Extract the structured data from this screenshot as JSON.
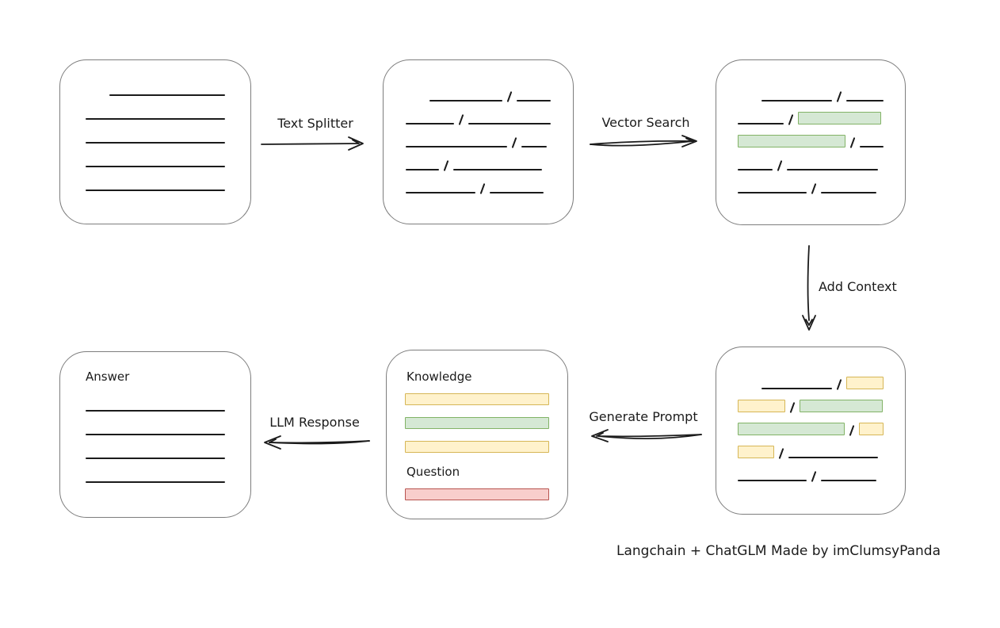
{
  "caption": "Langchain + ChatGLM Made by imClumsyPanda",
  "labels": {
    "text_splitter": "Text Splitter",
    "vector_search": "Vector Search",
    "add_context": "Add Context",
    "generate_prompt": "Generate Prompt",
    "llm_response": "LLM Response",
    "knowledge": "Knowledge",
    "question": "Question",
    "answer": "Answer"
  },
  "colors": {
    "green_fill": "#d5e8d4",
    "green_border": "#82b366",
    "yellow_fill": "#fff2cc",
    "yellow_border": "#d6b656",
    "red_fill": "#f8cecc",
    "red_border": "#b85450",
    "box_border": "#7d7d7d",
    "line": "#1b1b1b"
  },
  "document_box": {
    "rows": [
      {
        "indent": 30,
        "segments": [
          {
            "t": "line",
            "w": 148
          }
        ]
      },
      {
        "segments": [
          {
            "t": "line",
            "w": 178
          }
        ]
      },
      {
        "segments": [
          {
            "t": "line",
            "w": 178
          }
        ]
      },
      {
        "segments": [
          {
            "t": "line",
            "w": 178
          }
        ]
      },
      {
        "segments": [
          {
            "t": "line",
            "w": 178
          }
        ]
      }
    ]
  },
  "chunks_box": {
    "rows": [
      {
        "indent": 30,
        "segments": [
          {
            "t": "line",
            "w": 95
          },
          {
            "t": "line",
            "w": 45
          }
        ]
      },
      {
        "segments": [
          {
            "t": "line",
            "w": 62
          },
          {
            "t": "line",
            "w": 105
          }
        ]
      },
      {
        "segments": [
          {
            "t": "line",
            "w": 128
          },
          {
            "t": "line",
            "w": 32
          }
        ]
      },
      {
        "segments": [
          {
            "t": "line",
            "w": 42
          },
          {
            "t": "line",
            "w": 112
          }
        ]
      },
      {
        "segments": [
          {
            "t": "line",
            "w": 88
          },
          {
            "t": "line",
            "w": 68
          }
        ]
      }
    ]
  },
  "retrieval_box": {
    "rows": [
      {
        "indent": 30,
        "segments": [
          {
            "t": "line",
            "w": 90
          },
          {
            "t": "line",
            "w": 48
          }
        ]
      },
      {
        "segments": [
          {
            "t": "line",
            "w": 58
          },
          {
            "t": "green",
            "w": 105
          }
        ]
      },
      {
        "segments": [
          {
            "t": "green",
            "w": 138
          },
          {
            "t": "line",
            "w": 30
          }
        ]
      },
      {
        "segments": [
          {
            "t": "line",
            "w": 44
          },
          {
            "t": "line",
            "w": 115
          }
        ]
      },
      {
        "segments": [
          {
            "t": "line",
            "w": 87
          },
          {
            "t": "line",
            "w": 70
          }
        ]
      }
    ]
  },
  "context_box": {
    "rows": [
      {
        "indent": 30,
        "segments": [
          {
            "t": "line",
            "w": 90
          },
          {
            "t": "yellow",
            "w": 48
          }
        ]
      },
      {
        "segments": [
          {
            "t": "yellow",
            "w": 60
          },
          {
            "t": "green",
            "w": 105
          }
        ]
      },
      {
        "segments": [
          {
            "t": "green",
            "w": 138
          },
          {
            "t": "yellow",
            "w": 32
          }
        ]
      },
      {
        "segments": [
          {
            "t": "yellow",
            "w": 46
          },
          {
            "t": "line",
            "w": 113
          }
        ]
      },
      {
        "segments": [
          {
            "t": "line",
            "w": 87
          },
          {
            "t": "line",
            "w": 70
          }
        ]
      }
    ]
  },
  "prompt_box": {
    "knowledge_bars": [
      "yellow",
      "green",
      "yellow"
    ],
    "question_bars": [
      "red"
    ]
  },
  "answer_box": {
    "line_count": 4
  }
}
